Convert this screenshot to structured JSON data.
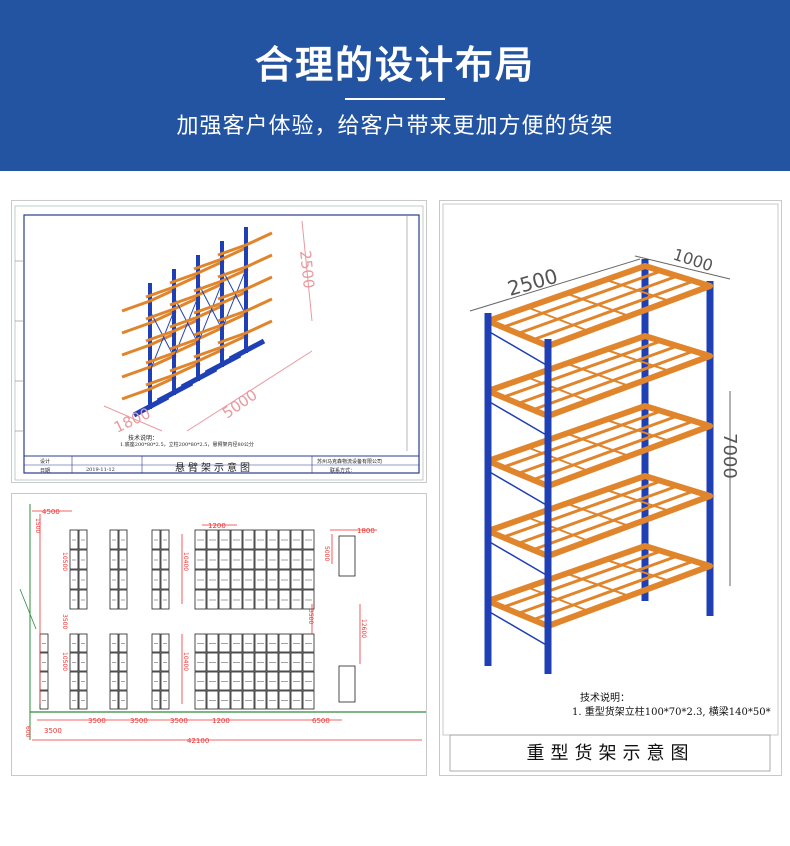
{
  "header": {
    "title": "合理的设计布局",
    "subtitle": "加强客户体验，给客户带来更加方便的货架"
  },
  "colors": {
    "banner": "#2354a2",
    "upright": "#1f3fb5",
    "beam": "#e0852b"
  },
  "cantilever_drawing": {
    "caption": "悬臂架示意图",
    "dims": [
      "1800",
      "5000",
      "2500"
    ],
    "tech_title": "技术说明：",
    "tech_note": "1.底座200*80*2.5，立柱200*80*2.5，悬臂架内径80公分",
    "tb_design": "设计",
    "tb_date_label": "日期",
    "tb_date": "2019-11-12",
    "tb_company": "苏州马克森物流设备有限公司",
    "tb_contact": "联系方式："
  },
  "layout_drawing": {
    "dims_top": [
      "4500",
      "1200",
      "1800"
    ],
    "dims_left": [
      "1500",
      "10500",
      "3500",
      "10500"
    ],
    "dims_mid": [
      "10400",
      "10400",
      "5000",
      "3500",
      "12600"
    ],
    "dims_bottom": [
      "3500",
      "3500",
      "3500",
      "1200",
      "6500"
    ],
    "dims_foot": [
      "600",
      "3500",
      "42100"
    ]
  },
  "heavy_drawing": {
    "caption": "重型货架示意图",
    "dims": [
      "2500",
      "1000",
      "7000"
    ],
    "tech_title": "技术说明：",
    "tech_note": "1. 重型货架立柱100*70*2.3, 横梁140*50*"
  }
}
